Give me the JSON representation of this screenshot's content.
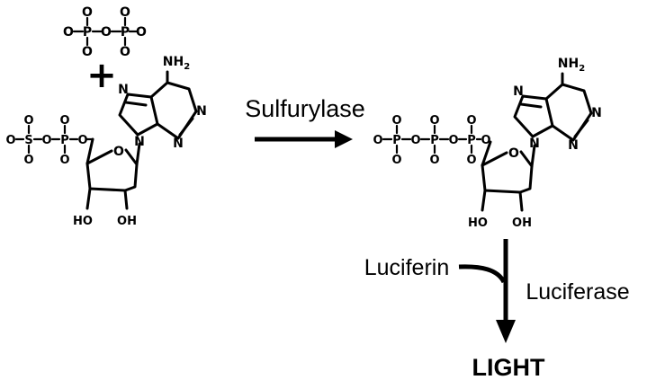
{
  "reaction": {
    "enzyme1": "Sulfurylase",
    "substrate2": "Luciferin",
    "enzyme2": "Luciferase",
    "product": "LIGHT",
    "plus": "+"
  },
  "atoms": {
    "O": "O",
    "P": "P",
    "S": "S",
    "N": "N",
    "NH2": "NH",
    "sub2": "2",
    "HO": "HO",
    "OH": "OH"
  },
  "colors": {
    "ink": "#000000",
    "background": "#ffffff"
  }
}
